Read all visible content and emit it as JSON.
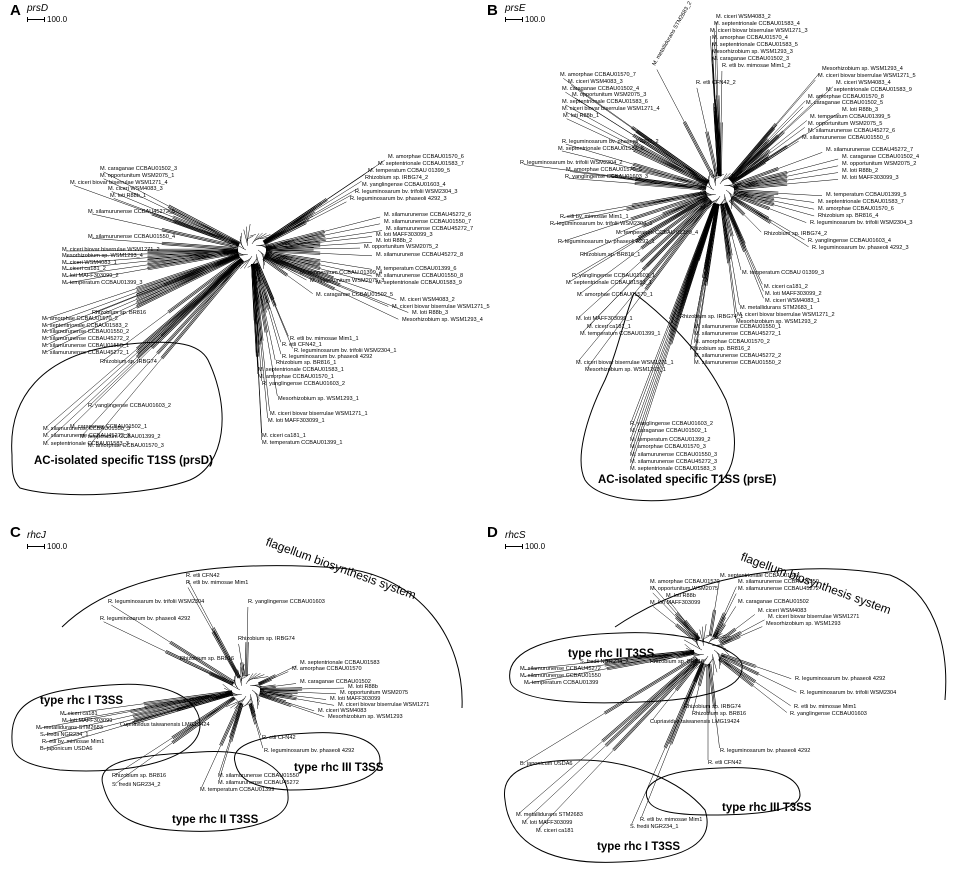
{
  "panels": [
    {
      "letter": "A",
      "gene": "prsD",
      "scale": "100.0",
      "group_label": "AC-isolated specific T1SS (prsD)",
      "leaves": [
        "R. yanglingense CCBAU01603_2",
        "M. caraganae CCBAU01502_1",
        "M. temperatum CCBAU01399_2",
        "M. amorphae CCBAU01570_3",
        "M. silamurunense CCBAU01550_3",
        "M. silamurunense CCBAU45272_3",
        "M. septentrionale CCBAU01583_3",
        "Rhizobium sp. BR816",
        "M. amorphae CCBAU01570_2",
        "M. septentrionale CCBAU01583_2",
        "M. silamurunense CCBAU01550_2",
        "M. silamurunense CCBAU45272_2",
        "M. silamurunense CCBAU01550_1",
        "M. silamurunense CCBAU45272_1",
        "Rhizobium sp. IRBG74",
        "M. ciceri biovar biserrulae WSM1271_2",
        "Mesorhizobium sp. WSM1293_4",
        "M. ciceri WSM4083_1",
        "M. ciceri ca181_2",
        "M. loti MAFF303099_2",
        "M. temperatum CCBAU01399_3",
        "M. silamurunense CCBAU45272_5",
        "M. silamurunense CCBAU01550_4",
        "M. caraganae CCBAU01502_3",
        "M. opportunitum WSM2075_1",
        "M. ciceri biovar biserrulae WSM1271_4",
        "M. ciceri WSM4083_3",
        "M. loti R88b_1",
        "M. amorphae CCBAU01570_6",
        "M. septentrionale CCBAU01583_7",
        "M. temperatum CCBAU 01399_5",
        "Rhizobium sp. IRBG74_2",
        "M. yanglingense CCBAU01603_4",
        "R. leguminosarum bv. trifolii WSM2304_3",
        "R. leguminosarum bv. phaseoli 4292_3",
        "M. silamurunense CCBAU45272_6",
        "M. silamurunense CCBAU01550_7",
        "M. silamurunense CCBAU45272_7",
        "M. loti MAFF303099_3",
        "M. loti R88b_2",
        "M. opportunitum WSM2075_2",
        "M. silamurunense CCBAU45272_8",
        "M. temperatum CCBAU01399_6",
        "M. silamurunense CCBAU01550_8",
        "M. septentrionale CCBAU01583_9",
        "M. temperatum CCBAU 01399_4",
        "M. opportunitum WSM2075_3",
        "M. caraganae CCBAU01502_5",
        "M. ciceri WSM4083_2",
        "M. ciceri biovar biserrulae WSM1271_5",
        "M. loti R88b_3",
        "Mesorhizobium sp. WSM1293_4",
        "R. etli bv. mimosae Mim1_1",
        "R. etli CFN42_1",
        "R. leguminosarum bv. trifolii WSM2304_1",
        "R. leguminosarum bv. phaseoli 4292",
        "Rhizobium sp. BR816_1",
        "M. septentrionale CCBAU01583_1",
        "M. amorphae CCBAU01570_1",
        "R. yanglingense CCBAU01603_2",
        "Mesorhizobium sp. WSM1293_1",
        "M. ciceri biovar biserrulae WSM1271_1",
        "M. loti MAFF303099_1",
        "M. ciceri ca181_1",
        "M. temperatum CCBAU01399_1"
      ]
    },
    {
      "letter": "B",
      "gene": "prsE",
      "scale": "100.0",
      "group_label": "AC-isolated specific T1SS (prsE)",
      "leaves": [
        "M. ciceri WSM4083_2",
        "M. septentrionale CCBAU01583_4",
        "M. ciceri biovar biserrulae WSM1271_3",
        "M. amorphae CCBAU01570_4",
        "M. septentrionale CCBAU01583_5",
        "Mesorhizobium sp. WSM1293_3",
        "M. caraganae CCBAU01502_3",
        "R. etli bv. mimosae Mim1_2",
        "R. etli CFN42_2",
        "M. metallidurans STM2683_2",
        "M. amorphae CCBAU01570_7",
        "M. ciceri WSM4083_3",
        "M. caraganae CCBAU01502_4",
        "M. opportunitum WSM2075_3",
        "M. septentrionale CCBAU01583_6",
        "M. ciceri biovar biserrulae WSM1271_4",
        "M. loti R88b_1",
        "R. leguminosarum bv. phaseoli 4292_2",
        "M. septentrionale CCBAU01583_6",
        "R. leguminosarum bv. trifolii WSM2304_2",
        "M. amorphae CCBAU01570_5",
        "R. yanglingense CCBAU01603_3",
        "Mesorhizobium sp. WSM1293_4",
        "M. ciceri biovar biserrulae WSM1271_5",
        "M. ciceri WSM4083_4",
        "M. septentrionale CCBAU01583_9",
        "M. amorphae CCBAU01570_8",
        "M. caraganae CCBAU01502_5",
        "M. loti R88b_3",
        "M. temperatum CCBAU01399_5",
        "M. opportunitum WSM2075_5",
        "M. silamurunense CCBAU45272_6",
        "M. silamurunense CCBAU01550_6",
        "M. silamurunense CCBAU45272_7",
        "M. caraganae CCBAU01502_4",
        "M. opportunitum WSM2075_2",
        "M. loti R88b_2",
        "M. loti MAFF303099_3",
        "M. temperatum CCBAU01399_5",
        "M. septentrionale CCBAU01583_7",
        "M. amorphae CCBAU01570_6",
        "Rhizobium sp. BR816_4",
        "R. leguminosarum bv. trifolii WSM2304_3",
        "Rhizobium sp. IRBG74_2",
        "R. yanglingense CCBAU01603_4",
        "R. leguminosarum bv. phaseoli 4292_3",
        "R. etli bv. mimosae Mim1_1",
        "R. leguminosarum bv. trifolii WSM2304_1",
        "M. temperatum CCBAU 01399_4",
        "R. leguminosarum bv. phaseoli 4292_1",
        "Rhizobium sp. BR816_1",
        "M. temperatum CCBAU 01399_3",
        "R. yanglingense CCBAU01603_1",
        "M. septentrionale CCBAU01583_1",
        "M. amorphae CCBAU01570_1",
        "M. ciceri ca181_2",
        "M. loti MAFF303099_2",
        "M. ciceri WSM4083_1",
        "M. metallidurans STM2683_1",
        "M. ciceri biovar biserrulae WSM1271_2",
        "Mesorhizobium sp. WSM1293_2",
        "M. loti MAFF303099_1",
        "M. ciceri ca181_1",
        "M. temperatum CCBAU01399_1",
        "Rhizobium sp. IRBG74_1",
        "M. silamurunense CCBAU01550_1",
        "M. silamurunense CCBAU45272_1",
        "M. amorphae CCBAU01570_2",
        "Rhizobium sp. BR816_2",
        "M. silamurunense CCBAU45272_2",
        "M. silamurunense CCBAU01550_2",
        "M. ciceri biovar biserrulae WSM1271_1",
        "Mesorhizobium sp. WSM1293_1",
        "R. yanglingense CCBAU01603_2",
        "M. caraganae CCBAU01502_1",
        "M. temperatum CCBAU01399_2",
        "M. amorphae CCBAU01570_3",
        "M. silamurunense CCBAU01550_3",
        "M. silamurunense CCBAU45272_3",
        "M. septentrionale CCBAU01583_3"
      ]
    },
    {
      "letter": "C",
      "gene": "rhcJ",
      "scale": "100.0",
      "system_label": "flagellum biosynthesis system",
      "group_labels": [
        "type rhc I T3SS",
        "type rhc II T3SS",
        "type rhc III T3SS"
      ],
      "leaves": [
        "R. etli CFN42",
        "R. etli bv. mimosae Mim1",
        "R. leguminosarum bv. trifolii WSM2304",
        "R. yanglingense CCBAU01603",
        "R. leguminosarum bv. phaseoli 4292",
        "Rhizobium sp. IRBG74",
        "Rhizobium sp. BR816",
        "M. septentrionale CCBAU01583",
        "M. amorphae CCBAU01570",
        "M. caraganae CCBAU01502",
        "M. loti R88b",
        "M. opportunitum WSM2075",
        "M. loti MAFF303099",
        "M. ciceri biovar biserrulae WSM1271",
        "M. ciceri WSM4083",
        "Mesorhizobium sp. WSM1293",
        "Cupriavidus taiwanensis LMG19424",
        "R. etli CFN42",
        "R. leguminosarum bv. phaseoli 4292",
        "M. ciceri ca181",
        "M. loti MAFF303099",
        "M. metallidurans STM2683",
        "S. fredii NGR234_1",
        "R. etli bv. mimosae Mim1",
        "B. japonicum USDA6",
        "Rhizobium sp. BR816",
        "S. fredii NGR234_2",
        "M. silamurunense CCBAU01550",
        "M. silamurunense CCBAU45272",
        "M. temperatum CCBAU01399"
      ]
    },
    {
      "letter": "D",
      "gene": "rhcS",
      "scale": "100.0",
      "system_label": "flagellum biosynthesis system",
      "group_labels": [
        "type rhc II T3SS",
        "type rhc III T3SS",
        "type rhc I T3SS"
      ],
      "leaves": [
        "M. septentrionale CCBAU01583",
        "M. amorphae CCBAU01570",
        "M. silamurunense CCBAU01550",
        "M. opportunitum WSM2075",
        "M. silamurunense CCBAU45272",
        "M. loti R88b",
        "M. loti MAFF303099",
        "M. caraganae CCBAU01502",
        "M. ciceri WSM4083",
        "M. ciceri biovar biserrulae WSM1271",
        "Mesorhizobium sp. WSM1293",
        "S. fredii NGR234_2",
        "Rhizobium sp. BR816",
        "M. silamurunense CCBAU45272",
        "M. silamurunense CCBAU01550",
        "M. temperatum CCBAU01399",
        "R. leguminosarum bv. phaseoli 4292",
        "R. leguminosarum bv. trifolii WSM2304",
        "Rhizobium sp. IRBG74",
        "Rhizobium sp. BR816",
        "R. etli bv. mimosae Mim1",
        "R. yanglingense CCBAU01603",
        "Cupriavidus taiwanensis LMG19424",
        "R. leguminosarum bv. phaseoli 4292",
        "R. etli CFN42",
        "B. japonicum USDA6",
        "M. metallidurans STM2683",
        "M. loti MAFF303099",
        "M. ciceri ca181",
        "R. etli bv. mimosae Mim1",
        "S. fredii NGR234_1"
      ]
    }
  ]
}
